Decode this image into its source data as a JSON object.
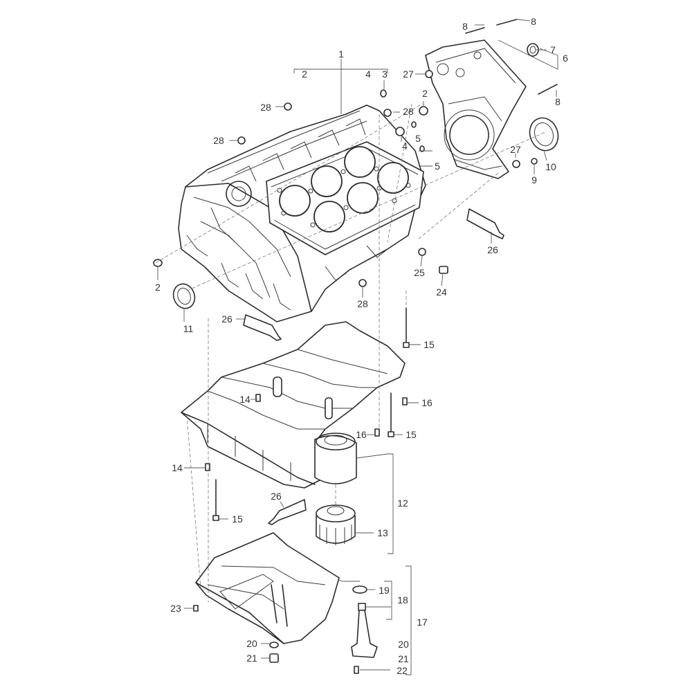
{
  "callouts": {
    "c1": "1",
    "c2a": "2",
    "c2b": "2",
    "c2c": "2",
    "c3": "3",
    "c4a": "4",
    "c4b": "4",
    "c5a": "5",
    "c5b": "5",
    "c6": "6",
    "c7": "7",
    "c8a": "8",
    "c8b": "8",
    "c8c": "8",
    "c9": "9",
    "c10": "10",
    "c11": "11",
    "c12": "12",
    "c13": "13",
    "c14a": "14",
    "c14b": "14",
    "c15a": "15",
    "c15b": "15",
    "c15c": "15",
    "c16a": "16",
    "c16b": "16",
    "c17": "17",
    "c18": "18",
    "c19": "19",
    "c20a": "20",
    "c20b": "20",
    "c21a": "21",
    "c21b": "21",
    "c22": "22",
    "c23": "23",
    "c24": "24",
    "c25": "25",
    "c26a": "26",
    "c26b": "26",
    "c26c": "26",
    "c27a": "27",
    "c27b": "27",
    "c28a": "28",
    "c28b": "28",
    "c28c": "28",
    "c28d": "28"
  }
}
